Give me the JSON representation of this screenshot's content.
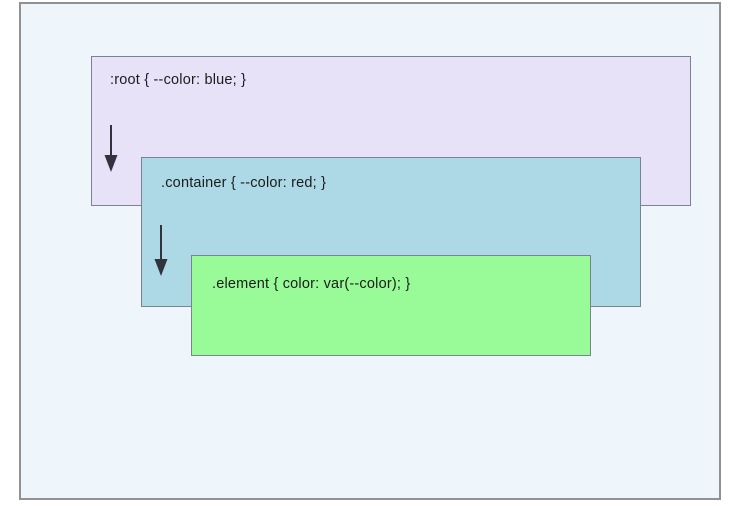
{
  "colors": {
    "page_bg": "#ffffff",
    "canvas_bg": "#eef6fc",
    "canvas_border": "#919191",
    "root_bg": "#e7e2f7",
    "container_bg": "#add8e6",
    "element_bg": "#98fb98",
    "arrow": "#33333d",
    "text": "#1c1c1c"
  },
  "boxes": [
    {
      "id": "root",
      "label": ":root { --color: blue; }"
    },
    {
      "id": "container",
      "label": ".container { --color: red; }"
    },
    {
      "id": "element",
      "label": ".element { color: var(--color); }"
    }
  ]
}
